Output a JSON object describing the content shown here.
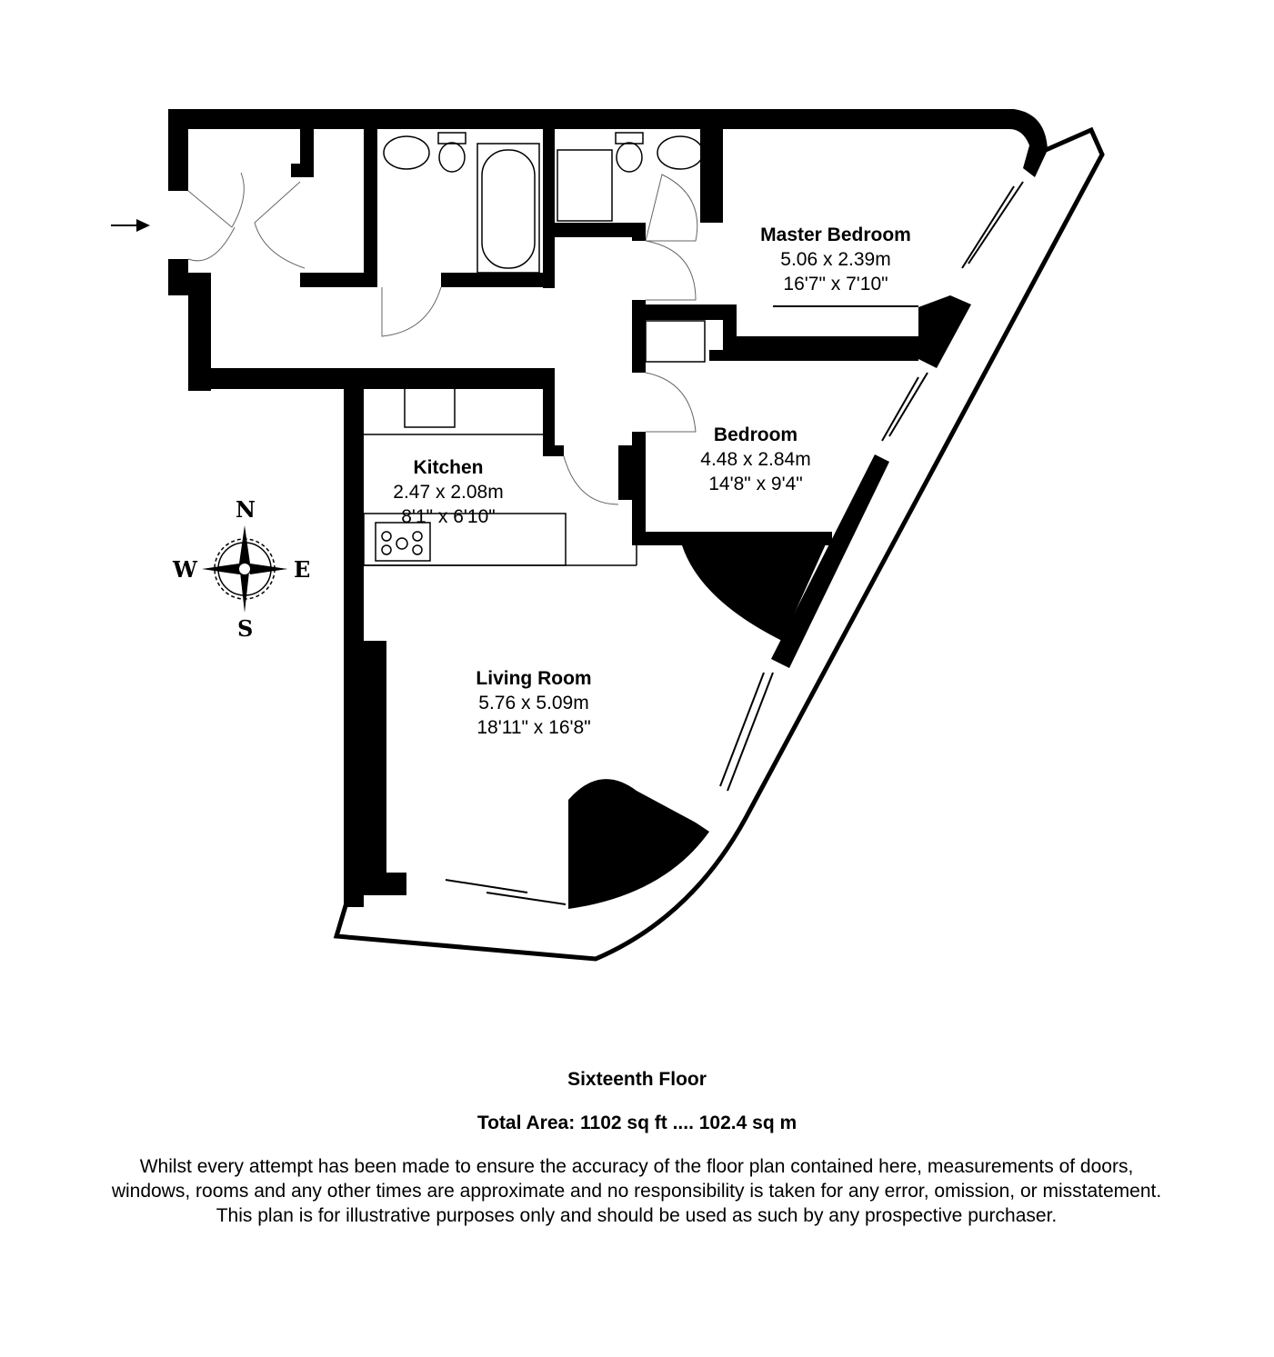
{
  "rooms": [
    {
      "name": "Master Bedroom",
      "metric": "5.06 x 2.39m",
      "imperial": "16'7\" x 7'10\""
    },
    {
      "name": "Bedroom",
      "metric": "4.48 x 2.84m",
      "imperial": "14'8\" x 9'4\""
    },
    {
      "name": "Kitchen",
      "metric": "2.47 x 2.08m",
      "imperial": "8'1\" x 6'10\""
    },
    {
      "name": "Living Room",
      "metric": "5.76 x 5.09m",
      "imperial": "18'11\" x 16'8\""
    }
  ],
  "compass": {
    "n": "N",
    "s": "S",
    "e": "E",
    "w": "W"
  },
  "footer": {
    "floor": "Sixteenth Floor",
    "total_area": "Total Area: 1102 sq ft .... 102.4 sq m",
    "disclaimer": "Whilst every attempt has been made to ensure the accuracy of the floor plan contained here, measurements of doors, windows, rooms and any other times are approximate and no responsibility is taken for any error, omission, or misstatement. This plan is for illustrative purposes only and should be used as such by any prospective purchaser."
  }
}
